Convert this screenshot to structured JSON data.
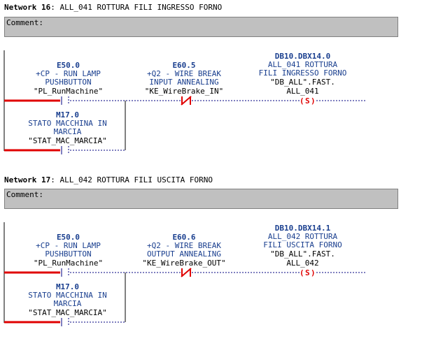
{
  "networks": [
    {
      "title_prefix": "Network 16",
      "title_text": ": ALL_041 ROTTURA FILI INGRESSO FORNO",
      "comment_label": "Comment:",
      "contacts": [
        {
          "address": "E50.0",
          "comment": [
            "+CP - RUN LAMP",
            "PUSHBUTTON"
          ],
          "symbol": "\"PL_RunMachine\""
        },
        {
          "address": "M17.0",
          "comment": [
            "STATO MACCHINA IN",
            "MARCIA"
          ],
          "symbol": "\"STAT_MAC_MARCIA\""
        },
        {
          "address": "E60.5",
          "comment": [
            "+Q2 - WIRE BREAK",
            "INPUT ANNEALING"
          ],
          "symbol": "\"KE_WireBrake_IN\""
        }
      ],
      "coil": {
        "address": "DB10.DBX14.0",
        "comment": [
          "ALL_041 ROTTURA",
          "FILI INGRESSO FORNO"
        ],
        "symbol": [
          "\"DB_ALL\".FAST.",
          "ALL_041"
        ],
        "type": "S"
      }
    },
    {
      "title_prefix": "Network 17",
      "title_text": ": ALL_042 ROTTURA FILI USCITA FORNO",
      "comment_label": "Comment:",
      "contacts": [
        {
          "address": "E50.0",
          "comment": [
            "+CP - RUN LAMP",
            "PUSHBUTTON"
          ],
          "symbol": "\"PL_RunMachine\""
        },
        {
          "address": "M17.0",
          "comment": [
            "STATO MACCHINA IN",
            "MARCIA"
          ],
          "symbol": "\"STAT_MAC_MARCIA\""
        },
        {
          "address": "E60.6",
          "comment": [
            "+Q2 - WIRE BREAK",
            "OUTPUT ANNEALING"
          ],
          "symbol": "\"KE_WireBrake_OUT\""
        }
      ],
      "coil": {
        "address": "DB10.DBX14.1",
        "comment": [
          "ALL_042 ROTTURA",
          "FILI USCITA FORNO"
        ],
        "symbol": [
          "\"DB_ALL\".FAST.",
          "ALL_042"
        ],
        "type": "S"
      }
    }
  ],
  "colors": {
    "rung_power": "#e00000",
    "wire": "#000080",
    "nc_contact": "#e00000",
    "coil": "#e00000",
    "address": "#1a3f8f",
    "comment_bg": "#c0c0c0"
  }
}
